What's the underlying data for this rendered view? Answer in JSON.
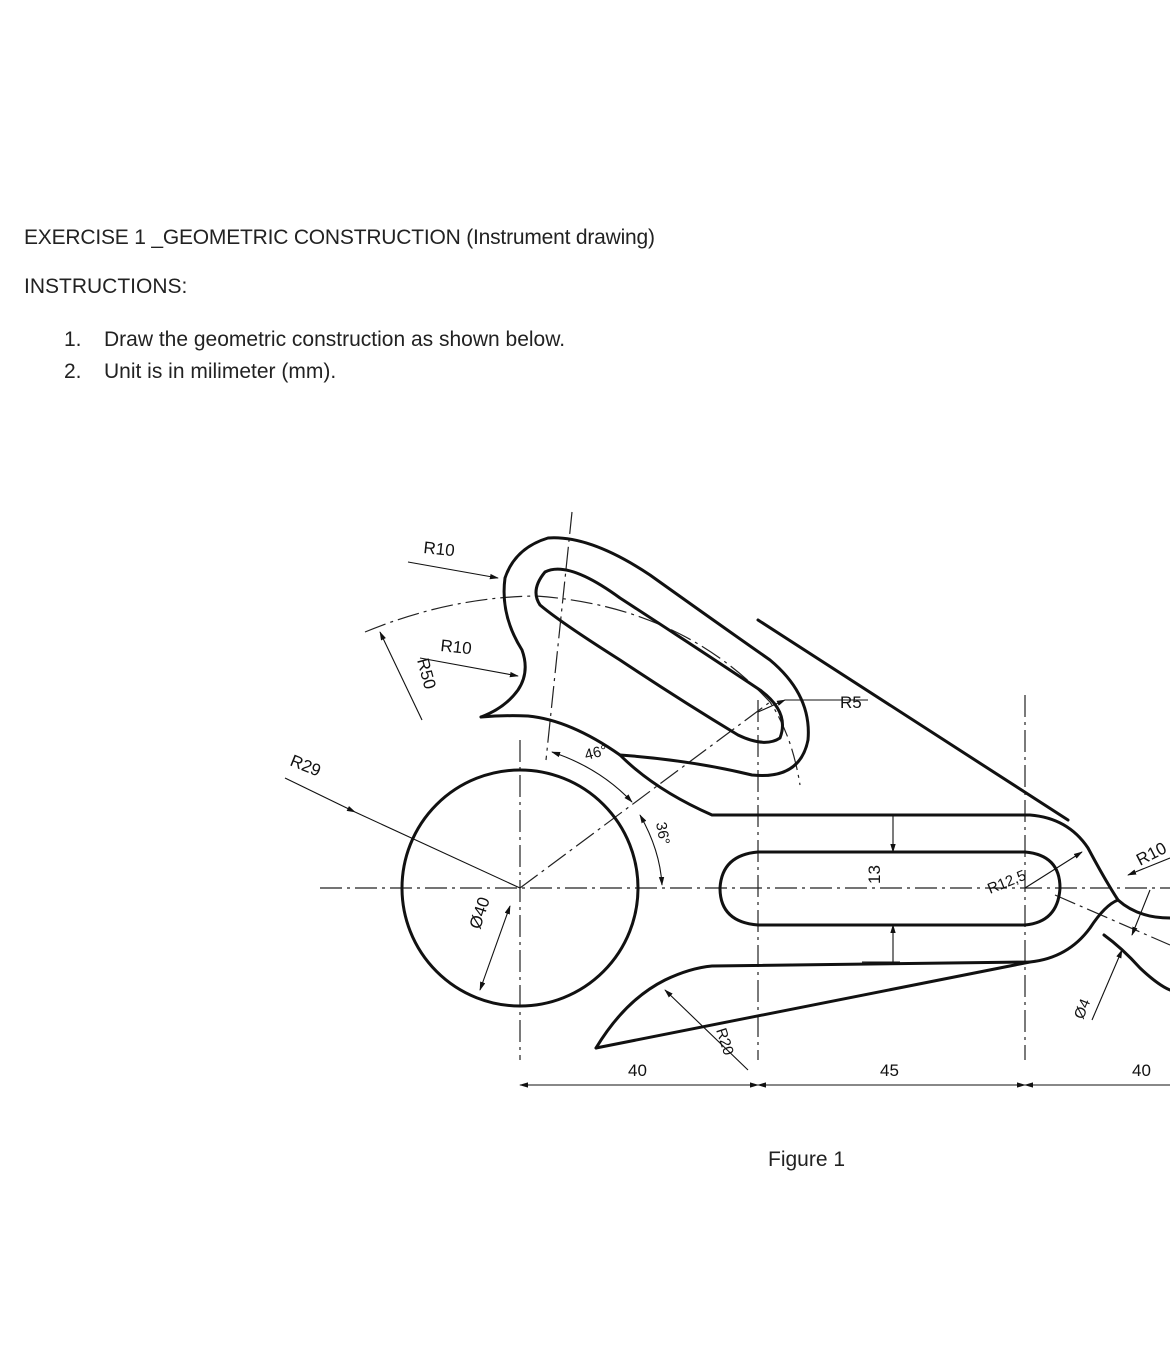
{
  "document": {
    "title": "EXERCISE 1 _GEOMETRIC CONSTRUCTION (Instrument drawing)",
    "heading": "INSTRUCTIONS:",
    "instructions": [
      {
        "num": "1.",
        "text": "Draw the geometric construction as shown below."
      },
      {
        "num": "2.",
        "text": "Unit is in milimeter (mm)."
      }
    ],
    "caption": "Figure 1"
  },
  "drawing": {
    "dims": {
      "r10_top": "R10",
      "r10_mid": "R10",
      "r50": "R50",
      "r29": "R29",
      "d40": "Ø40",
      "a46": "46°",
      "a36": "36°",
      "r5": "R5",
      "h13": "13",
      "r125": "R12,5",
      "r10_right": "R10",
      "d4": "Ø4",
      "r20": "R20",
      "l40a": "40",
      "l45": "45",
      "l40b": "40"
    }
  }
}
